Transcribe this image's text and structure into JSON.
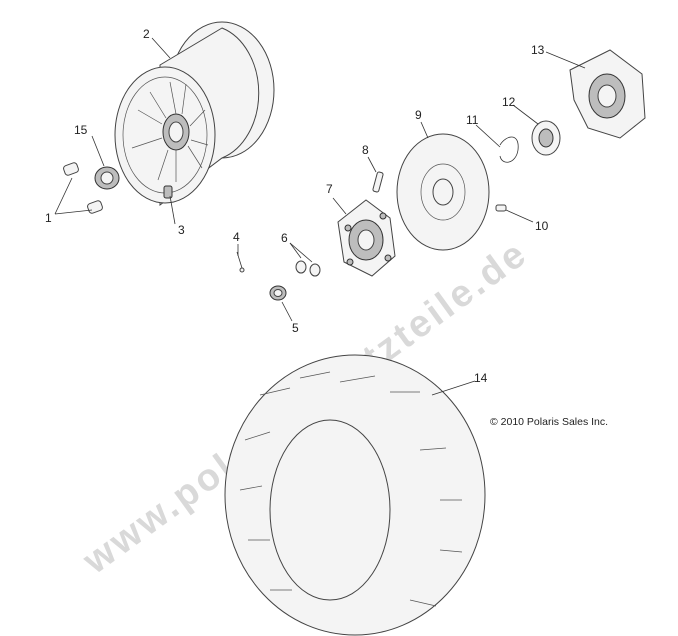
{
  "callouts": {
    "c1": "1",
    "c2": "2",
    "c3": "3",
    "c4": "4",
    "c5": "5",
    "c6": "6",
    "c7": "7",
    "c8": "8",
    "c9": "9",
    "c10": "10",
    "c11": "11",
    "c12": "12",
    "c13": "13",
    "c14": "14",
    "c15": "15"
  },
  "copyright": "© 2010 Polaris Sales Inc.",
  "watermark": "www.polarisersatzteile.de"
}
